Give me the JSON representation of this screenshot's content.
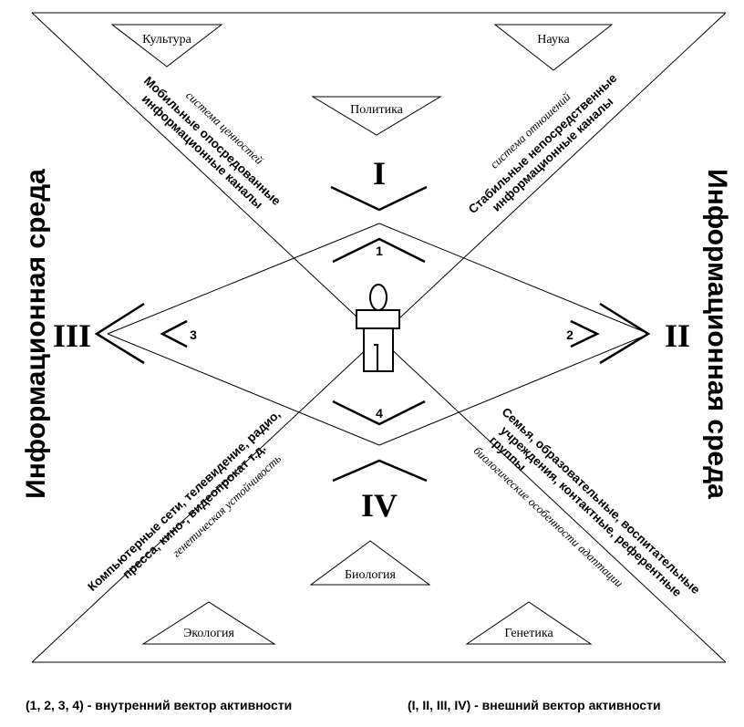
{
  "side_labels": {
    "left": "Информационная среда",
    "right": "Информационная среда"
  },
  "top_triangles": {
    "culture": "Культура",
    "science": "Наука",
    "politics": "Политика"
  },
  "bottom_triangles": {
    "biology": "Биология",
    "ecology": "Экология",
    "genetics": "Генетика"
  },
  "external_vectors": {
    "top": "I",
    "right": "II",
    "left": "III",
    "bottom": "IV"
  },
  "internal_vectors": {
    "top": "1",
    "right": "2",
    "left": "3",
    "bottom": "4"
  },
  "channels": {
    "top_left_italic": "система ценностей",
    "top_left_bold": [
      "Мобильные опосредованные",
      "информационные каналы"
    ],
    "top_right_italic": "система отношений",
    "top_right_bold": [
      "Стабильные непосредственные",
      "информационные каналы"
    ],
    "bottom_left_italic": "генетическая устойчивость",
    "bottom_left_bold": [
      "Компьютерные сети, телевидение, радио,",
      "пресса, кино-, видеопрокат т.д."
    ],
    "bottom_right_italic": "биологические особенности адаптации",
    "bottom_right_bold": [
      "Семья, образовательные, воспитательные",
      "учреждения, контактные, референтные",
      "группы"
    ]
  },
  "legend": {
    "internal": "(1, 2, 3, 4) - внутренний вектор активности",
    "external": "(I, II, III, IV) - внешний вектор активности"
  }
}
